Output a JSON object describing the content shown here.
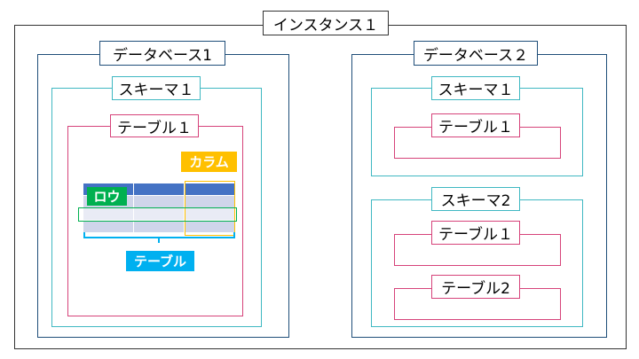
{
  "instance": {
    "label": "インスタンス１"
  },
  "database1": {
    "label": "データベース1",
    "schema1": {
      "label": "スキーマ１",
      "table1": {
        "label": "テーブル１"
      }
    }
  },
  "database2": {
    "label": "データベース２",
    "schema1": {
      "label": "スキーマ１",
      "table1": {
        "label": "テーブル１"
      }
    },
    "schema2": {
      "label": "スキーマ2",
      "table1": {
        "label": "テーブル１"
      },
      "table2": {
        "label": "テーブル2"
      }
    }
  },
  "illustration": {
    "column_tag": "カラム",
    "row_tag": "ロウ",
    "table_tag": "テーブル"
  },
  "colors": {
    "instance": "#333333",
    "database": "#1f4e79",
    "schema": "#3fb8c2",
    "table": "#d6437a",
    "column": "#ffc000",
    "row": "#00b050",
    "table_tag": "#00b0f0",
    "header": "#4472c4"
  }
}
